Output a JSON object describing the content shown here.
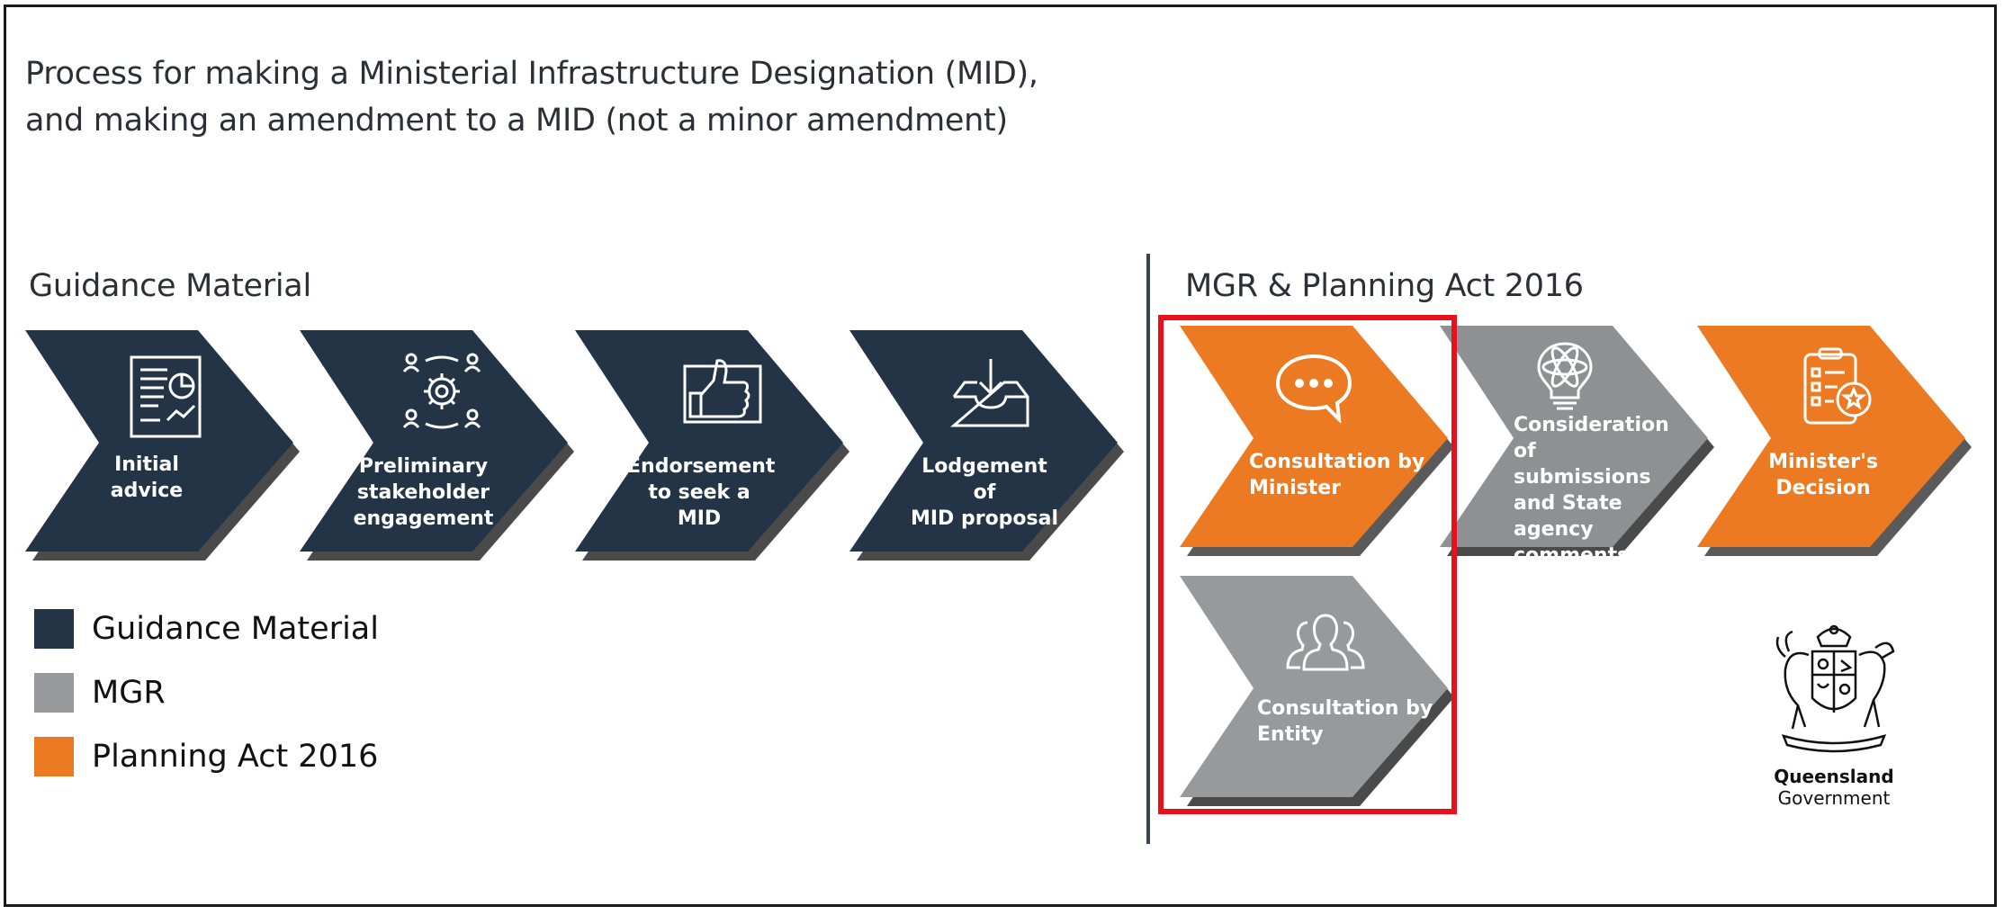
{
  "title": "Process for making a Ministerial Infrastructure Designation (MID),\nand making an amendment to a MID (not a minor amendment)",
  "sections": {
    "left": "Guidance Material",
    "right": "MGR & Planning Act 2016"
  },
  "steps": [
    {
      "label": "Initial advice",
      "category": "Guidance Material",
      "icon": "report-document-icon"
    },
    {
      "label": "Preliminary\nstakeholder\nengagement",
      "category": "Guidance Material",
      "icon": "stakeholder-gear-icon"
    },
    {
      "label": "Endorsement\nto seek a MID",
      "category": "Guidance Material",
      "icon": "thumbs-up-icon"
    },
    {
      "label": "Lodgement of\nMID proposal",
      "category": "Guidance Material",
      "icon": "inbox-download-icon"
    },
    {
      "label": "Consultation by\nMinister",
      "category": "Planning Act 2016",
      "icon": "speech-bubble-icon"
    },
    {
      "label": "Consideration of\nsubmissions\nand State\nagency\ncomments",
      "category": "MGR",
      "icon": "lightbulb-globe-icon"
    },
    {
      "label": "Minister's\nDecision",
      "category": "Planning Act 2016",
      "icon": "clipboard-star-icon"
    },
    {
      "label": "Consultation by\nEntity",
      "category": "MGR",
      "icon": "people-group-icon"
    }
  ],
  "legend": [
    {
      "label": "Guidance Material",
      "color": "#243447"
    },
    {
      "label": "MGR",
      "color": "#97999c"
    },
    {
      "label": "Planning Act 2016",
      "color": "#ec7a22"
    }
  ],
  "logo": {
    "name": "Queensland",
    "sub": "Government"
  },
  "colors": {
    "guidance": "#243447",
    "mgr": "#8e9094",
    "planning": "#ec7a22",
    "highlight": "#e8101a"
  }
}
